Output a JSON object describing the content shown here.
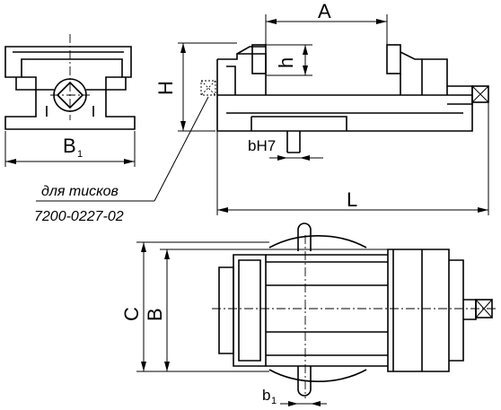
{
  "dimensions": {
    "A": "A",
    "h": "h",
    "H": "H",
    "B1_main": "B",
    "B1_sub": "1",
    "bH7": "bH7",
    "L": "L",
    "C": "C",
    "B": "B",
    "b1_main": "b",
    "b1_sub": "1"
  },
  "note": {
    "line1": "для тисков",
    "line2": "7200-0227-02"
  }
}
